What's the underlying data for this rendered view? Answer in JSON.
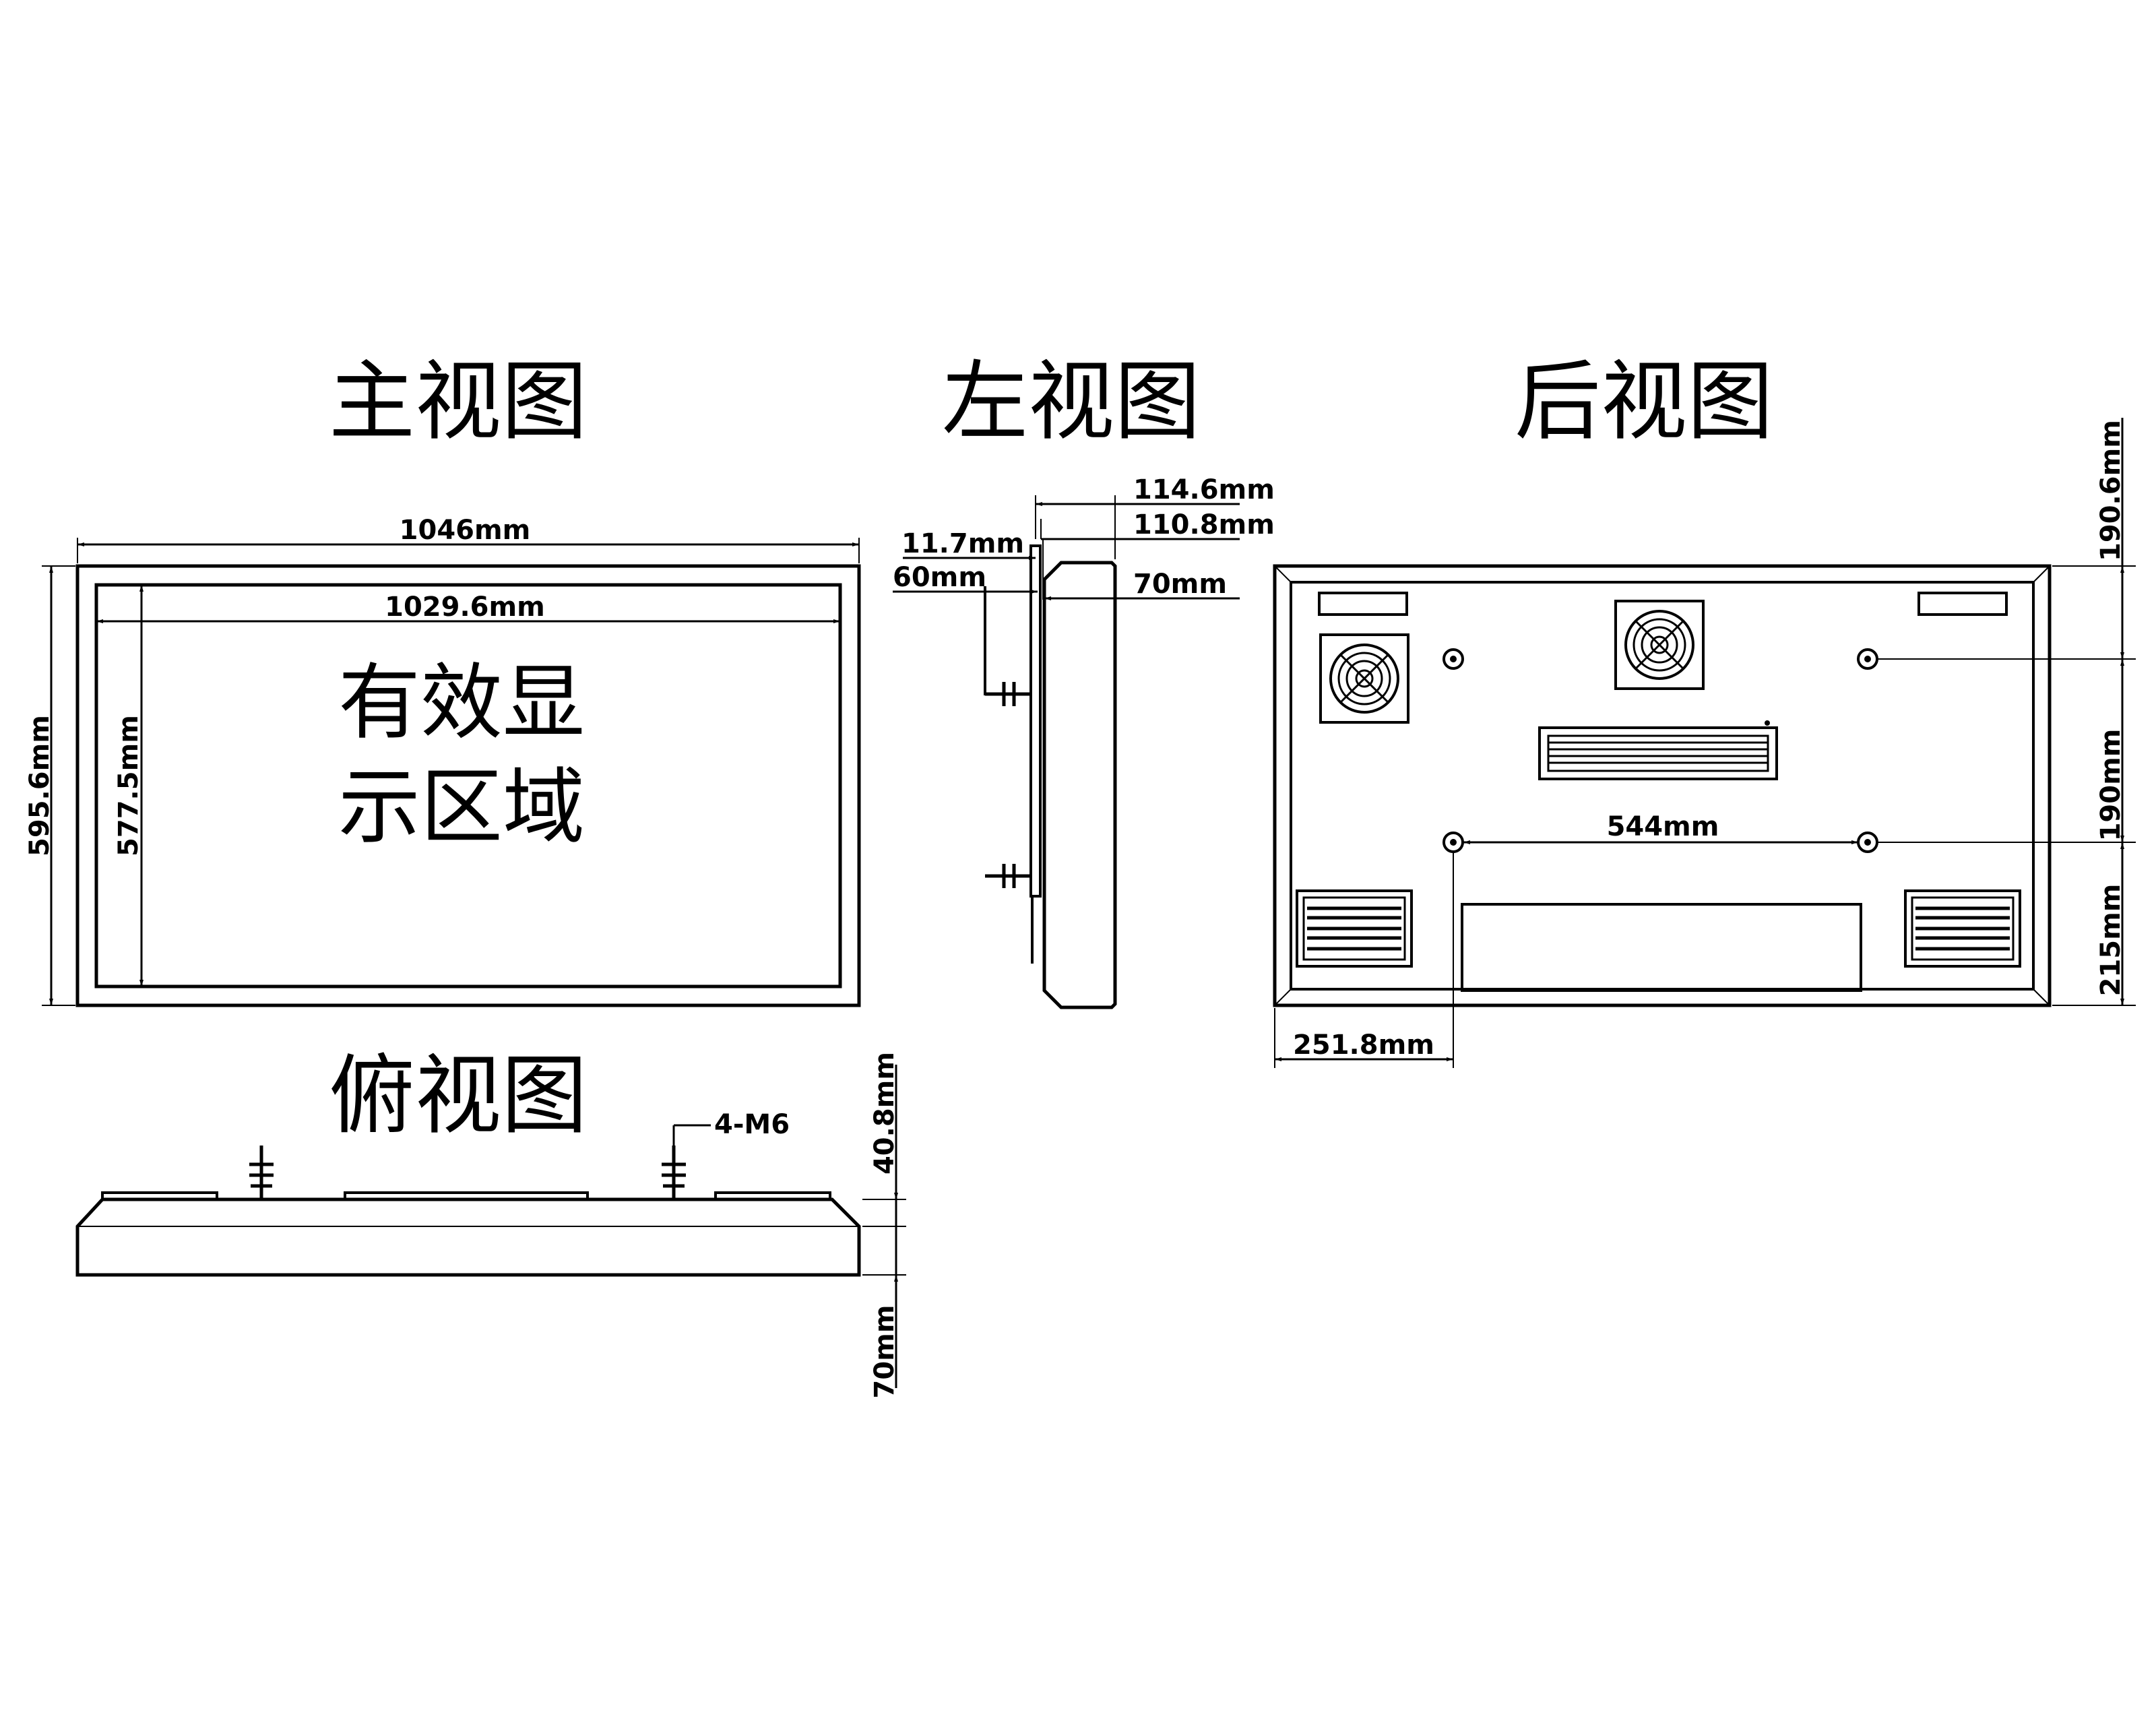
{
  "views": {
    "front_title": "主视图",
    "left_title": "左视图",
    "rear_title": "后视图",
    "top_title": "俯视图"
  },
  "front": {
    "outer_width": "1046mm",
    "inner_width": "1029.6mm",
    "outer_height": "595.6mm",
    "inner_height": "577.5mm",
    "area_line1": "有效显",
    "area_line2": "示区域"
  },
  "side": {
    "dim_total": "114.6mm",
    "dim_body": "110.8mm",
    "dim_plate": "11.7mm",
    "dim_bracket": "60mm",
    "dim_depth": "70mm"
  },
  "rear": {
    "dim_top": "190.6mm",
    "dim_mid": "190mm",
    "dim_bottom": "215mm",
    "dim_hole_spacing": "544mm",
    "dim_left_offset": "251.8mm"
  },
  "top": {
    "bolt_label": "4-M6",
    "dim_bolt": "40.8mm",
    "dim_depth": "70mm"
  }
}
